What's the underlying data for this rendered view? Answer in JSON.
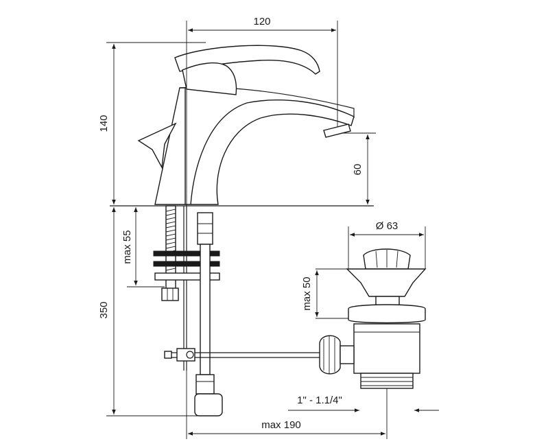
{
  "dimensions": {
    "width_top": "120",
    "height_body": "140",
    "spout_height": "60",
    "below_deck": "350",
    "max_thickness": "max 55",
    "drain_diameter": "Ø 63",
    "drain_max_height": "max 50",
    "thread_size": "1\" - 1.1/4\"",
    "max_reach": "max 190"
  }
}
